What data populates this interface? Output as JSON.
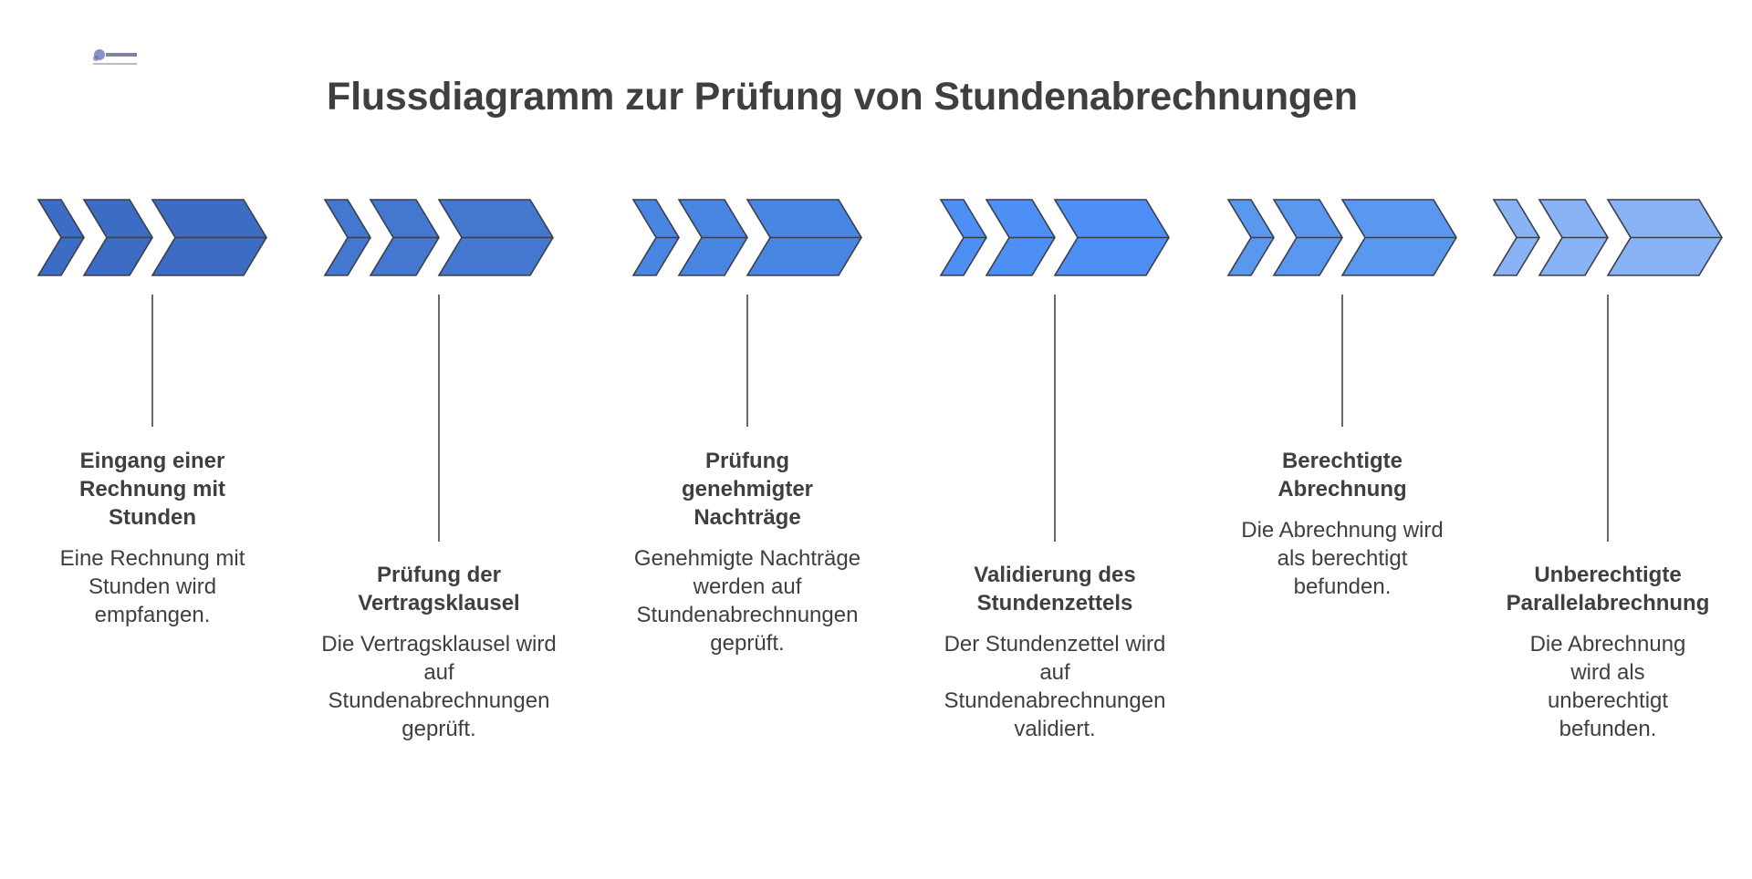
{
  "title": "Flussdiagramm zur Prüfung von Stundenabrechnungen",
  "logo": {
    "name": "company-logo",
    "mark_color": "#5b6fb8"
  },
  "colors": {
    "stroke": "#3a3f4a",
    "step_fills": [
      "#3c6cc3",
      "#4377d0",
      "#4886e2",
      "#4d8ff4",
      "#5a97ee",
      "#8ab3f6"
    ]
  },
  "steps": [
    {
      "title": "Eingang einer Rechnung mit Stunden",
      "description": "Eine Rechnung mit Stunden wird empfangen."
    },
    {
      "title": "Prüfung der Vertragsklausel",
      "description": "Die Vertragsklausel wird auf Stundenabrechnungen geprüft."
    },
    {
      "title": "Prüfung genehmigter Nachträge",
      "description": "Genehmigte Nachträge werden auf Stundenabrechnungen geprüft."
    },
    {
      "title": "Validierung des Stundenzettels",
      "description": "Der Stundenzettel wird auf Stundenabrechnungen validiert."
    },
    {
      "title": "Berechtigte Abrechnung",
      "description": "Die Abrechnung wird als berechtigt befunden."
    },
    {
      "title": "Unberechtigte Parallelabrechnung",
      "description": "Die Abrechnung wird als unberechtigt befunden."
    }
  ]
}
